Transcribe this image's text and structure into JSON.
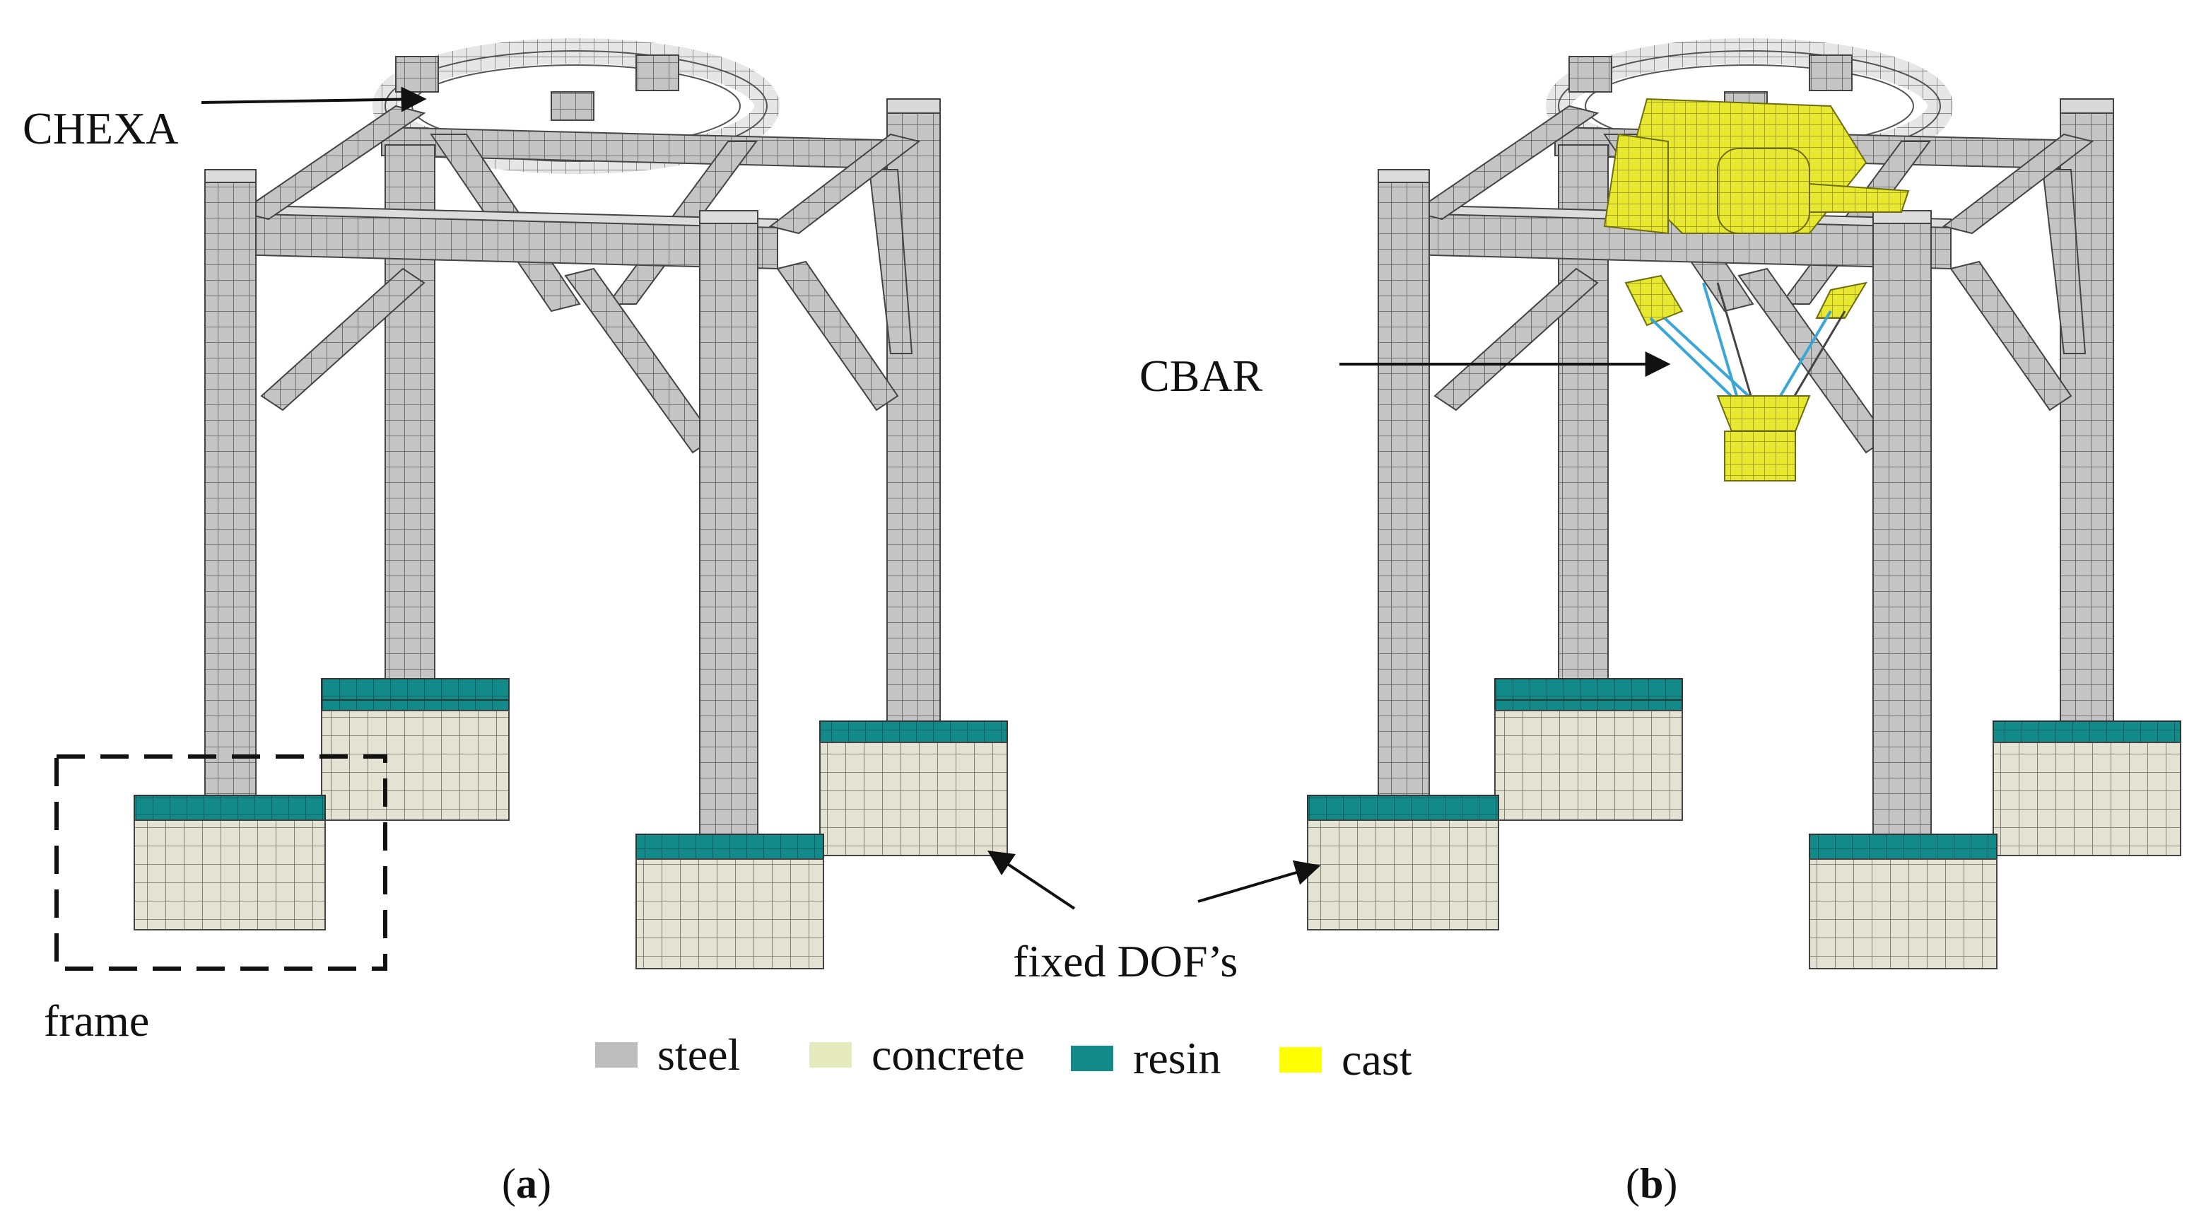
{
  "labels": {
    "chexa": "CHEXA",
    "cbar": "CBAR",
    "fixed_dofs": "fixed DOF’s",
    "frame": "frame"
  },
  "legend": [
    {
      "label": "steel",
      "color": "#bdbdbd"
    },
    {
      "label": "concrete",
      "color": "#e6ebbe"
    },
    {
      "label": "resin",
      "color": "#138a8a"
    },
    {
      "label": "cast",
      "color": "#ffff00"
    }
  ],
  "subfigures": [
    {
      "letter": "a"
    },
    {
      "letter": "b"
    }
  ],
  "colors": {
    "steel": "#bdbdbd",
    "concrete": "#e6ebbe",
    "resin": "#138a8a",
    "cast": "#e8e832",
    "mesh_line": "#555555"
  }
}
